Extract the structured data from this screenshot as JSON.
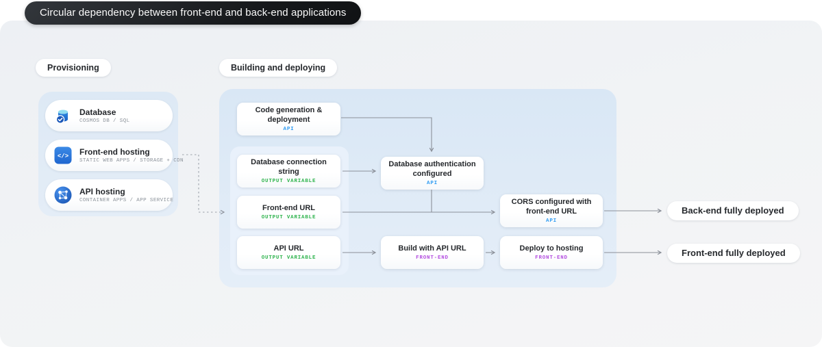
{
  "title_bar": {
    "text": "Circular dependency between front-end and back-end applications"
  },
  "section_labels": {
    "provisioning": "Provisioning",
    "building": "Building and deploying"
  },
  "provisioning": {
    "items": [
      {
        "icon": "database-icon",
        "title": "Database",
        "subtitle": "COSMOS DB / SQL"
      },
      {
        "icon": "code-brackets-icon",
        "title": "Front-end hosting",
        "subtitle": "STATIC WEB APPS / STORAGE + CDN"
      },
      {
        "icon": "globe-network-icon",
        "title": "API hosting",
        "subtitle": "CONTAINER APPS / APP SERVICE"
      }
    ]
  },
  "flow": {
    "code_generation": {
      "label": "Code generation & deployment",
      "tag": "API"
    },
    "database_connection_string": {
      "label": "Database connection string",
      "tag": "OUTPUT VARIABLE"
    },
    "front_end_url": {
      "label": "Front-end URL",
      "tag": "OUTPUT VARIABLE"
    },
    "api_url": {
      "label": "API URL",
      "tag": "OUTPUT VARIABLE"
    },
    "database_auth": {
      "label": "Database authentication configured",
      "tag": "API"
    },
    "cors": {
      "label": "CORS configured with front-end URL",
      "tag": "API"
    },
    "build_with_api_url": {
      "label": "Build with API URL",
      "tag": "FRONT-END"
    },
    "deploy_to_hosting": {
      "label": "Deploy to hosting",
      "tag": "FRONT-END"
    }
  },
  "outcomes": {
    "back_end": "Back-end fully deployed",
    "front_end": "Front-end fully deployed"
  },
  "colors": {
    "tag_api": "#2e9bf2",
    "tag_output_variable": "#2fb44d",
    "tag_front_end": "#b44fe0",
    "arrow": "#8b9099",
    "title_bar_bg": "#17191c",
    "container_blue": "#dde9f5",
    "canvas_bg": "#f1f3f5"
  }
}
